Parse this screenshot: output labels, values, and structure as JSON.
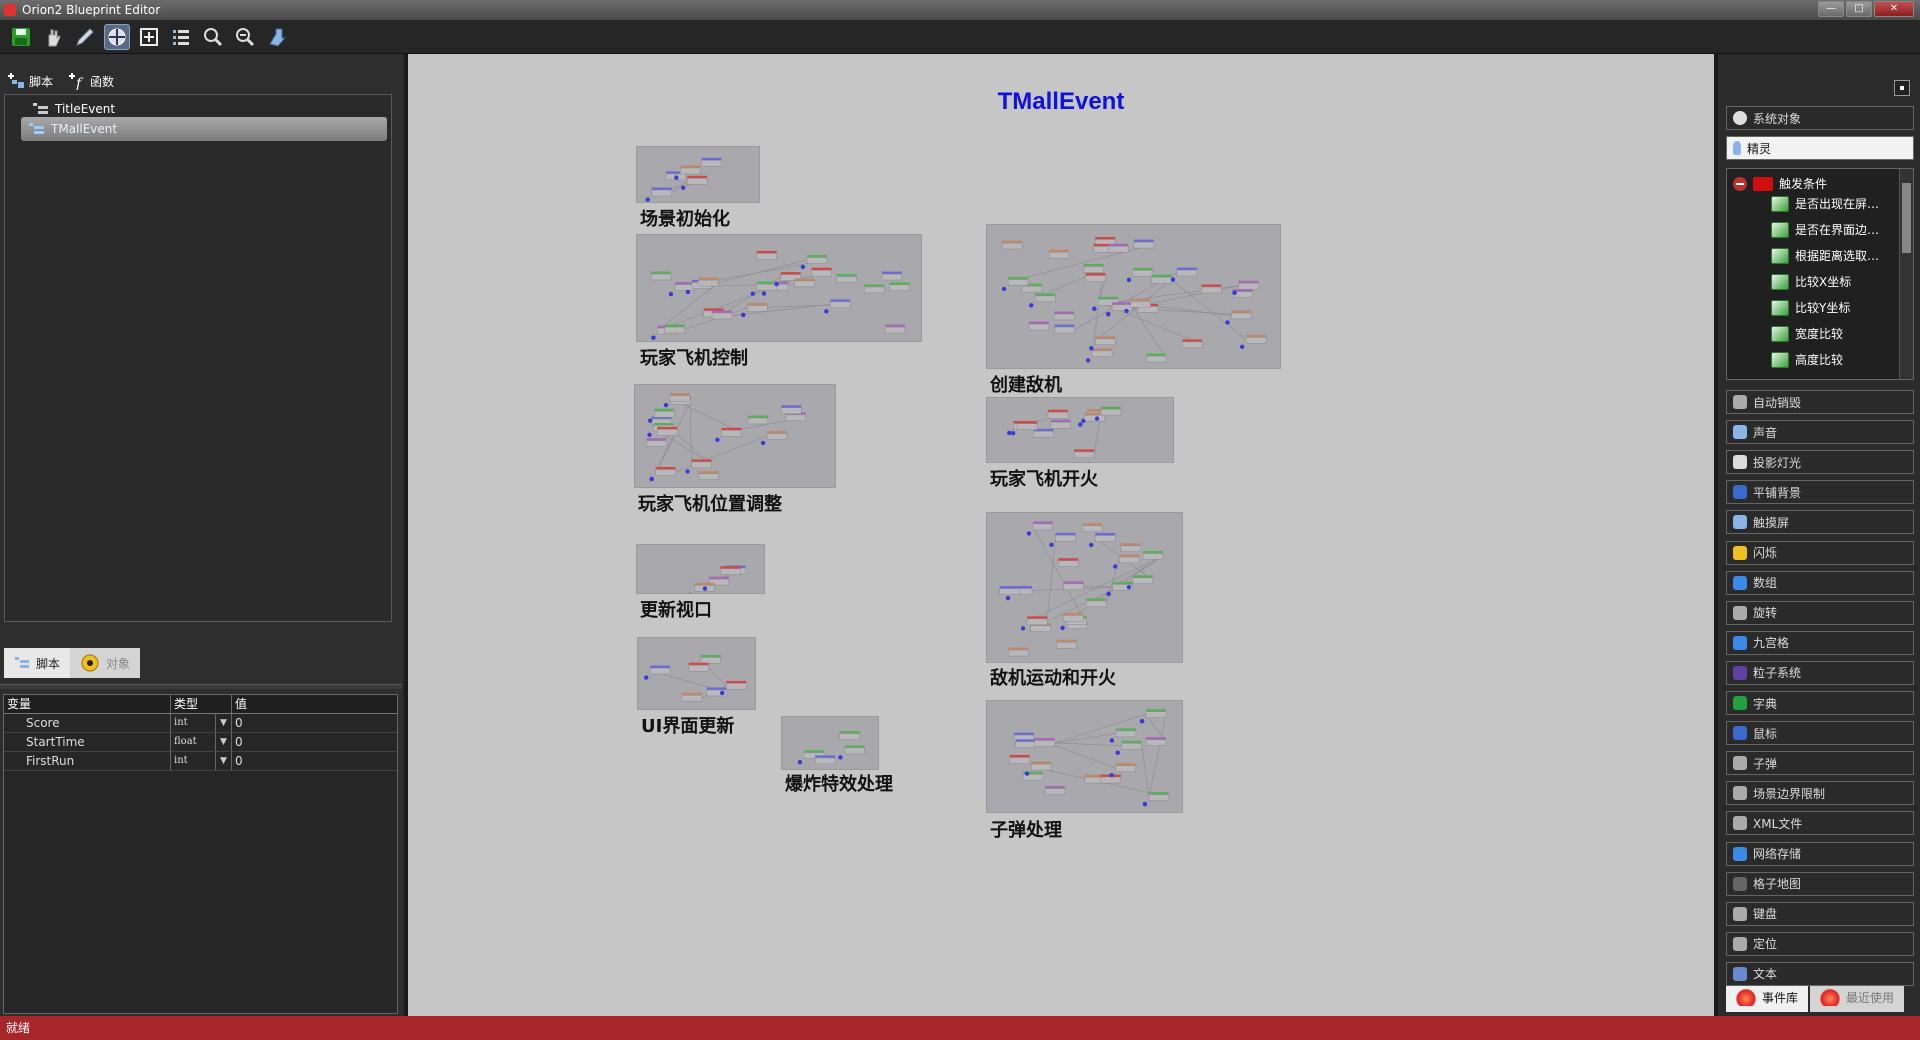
{
  "window": {
    "title": "Orion2 Blueprint Editor",
    "buttons": [
      "—",
      "□",
      "✕"
    ]
  },
  "toolbar": {
    "buttons": [
      "save",
      "hand-tool",
      "pen-tool",
      "select-tool",
      "add-node",
      "list",
      "zoom-in",
      "zoom-out",
      "export"
    ]
  },
  "left_panel": {
    "script_label": "脚本",
    "function_label": "函数",
    "tree": [
      {
        "label": "TitleEvent"
      },
      {
        "label": "TMallEvent"
      }
    ],
    "tab_script": "脚本",
    "tab_object": "对象",
    "variables_label": "变量",
    "table": {
      "headers": [
        "变量",
        "类型",
        "值"
      ],
      "rows": [
        {
          "name": "Score",
          "type": "int",
          "value": "0"
        },
        {
          "name": "StartTime",
          "type": "float",
          "value": "0"
        },
        {
          "name": "FirstRun",
          "type": "int",
          "value": "0"
        }
      ]
    }
  },
  "canvas": {
    "title": "TMallEvent",
    "groups": [
      {
        "label": "场景初始化"
      },
      {
        "label": "玩家飞机控制"
      },
      {
        "label": "玩家飞机位置调整"
      },
      {
        "label": "更新视口"
      },
      {
        "label": "UI界面更新"
      },
      {
        "label": "爆炸特效处理"
      },
      {
        "label": "创建敌机"
      },
      {
        "label": "玩家飞机开火"
      },
      {
        "label": "敌机运动和开火"
      },
      {
        "label": "子弹处理"
      }
    ]
  },
  "right_panel": {
    "categories_top": [
      "系统对象",
      "精灵"
    ],
    "condition_folder": "触发条件",
    "conditions": [
      "是否出现在屏…",
      "是否在界面边…",
      "根据距离选取…",
      "比较X坐标",
      "比较Y坐标",
      "宽度比较",
      "高度比较"
    ],
    "categories": [
      "自动销毁",
      "声音",
      "投影灯光",
      "平铺背景",
      "触摸屏",
      "闪烁",
      "数组",
      "旋转",
      "九宫格",
      "粒子系统",
      "字典",
      "鼠标",
      "子弹",
      "场景边界限制",
      "XML文件",
      "网络存储",
      "格子地图",
      "键盘",
      "定位",
      "文本"
    ],
    "tab_library": "事件库",
    "tab_recent": "最近使用"
  },
  "status": {
    "text": "就绪"
  },
  "colors": {
    "canvas_bg": "#c6c6c6",
    "title_blue": "#1010e0",
    "status_red": "#a6262a"
  }
}
